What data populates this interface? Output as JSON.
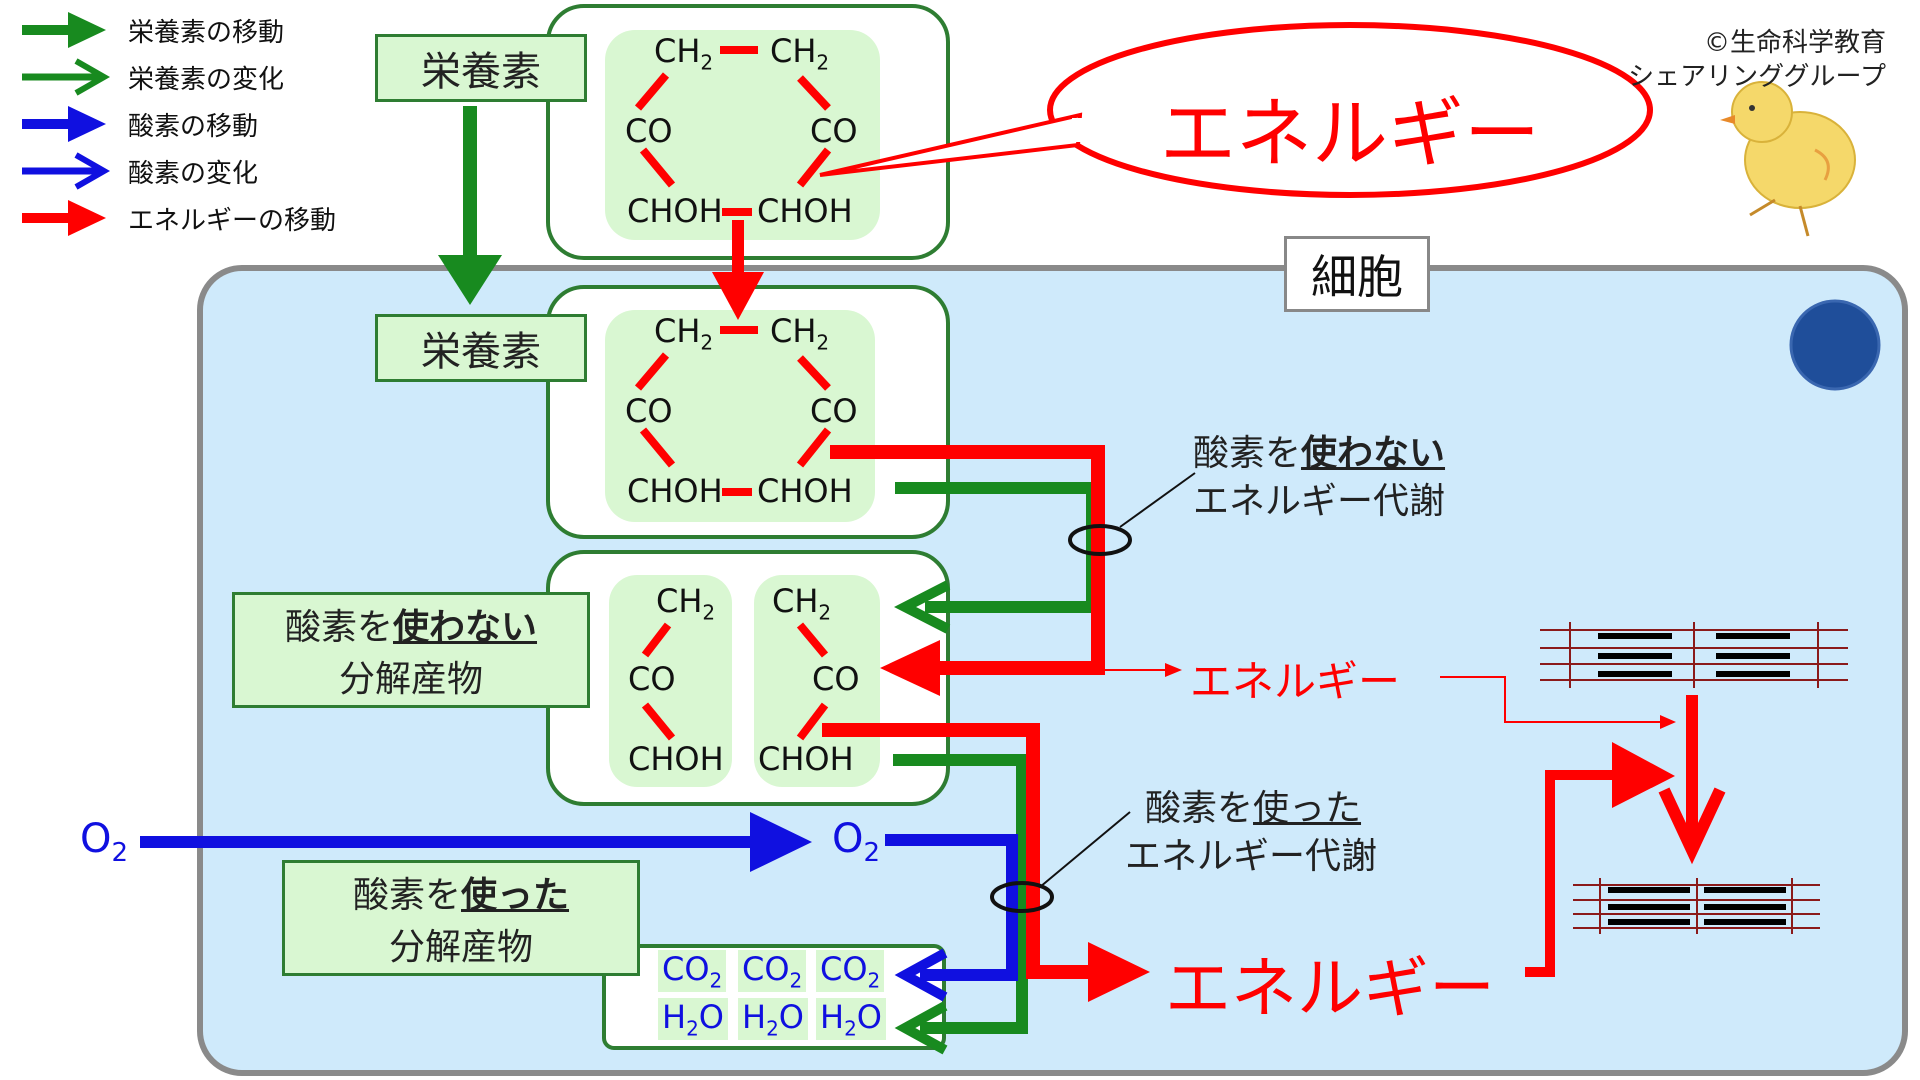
{
  "copyright": {
    "line1": "©生命科学教育",
    "line2": "シェアリンググループ"
  },
  "legend": [
    {
      "label": "栄養素の移動",
      "color": "#188a1f",
      "style": "solid"
    },
    {
      "label": "栄養素の変化",
      "color": "#188a1f",
      "style": "outline"
    },
    {
      "label": "酸素の移動",
      "color": "#1010e0",
      "style": "solid"
    },
    {
      "label": "酸素の変化",
      "color": "#1010e0",
      "style": "outline"
    },
    {
      "label": "エネルギーの移動",
      "color": "#ff0000",
      "style": "solid"
    }
  ],
  "nutrient_label": "栄養素",
  "cell_label": "細胞",
  "energy_callout": "エネルギー",
  "molecule": {
    "ch2": "CH",
    "ch2_sub": "2",
    "co": "CO",
    "choh": "CHOH"
  },
  "anaerobic_products": {
    "line1_plain": "酸素を",
    "line1_bold": "使わない",
    "line2": "分解産物"
  },
  "aerobic_products": {
    "line1_plain": "酸素を",
    "line1_bold": "使った",
    "line2": "分解産物"
  },
  "anaerobic_metabolism": {
    "line1_plain": "酸素を",
    "line1_bold": "使わない",
    "line2": "エネルギー代謝"
  },
  "aerobic_metabolism": {
    "line1_plain": "酸素を",
    "line1_bold": "使った",
    "line2": "エネルギー代謝"
  },
  "energy_small": "エネルギー",
  "energy_large": "エネルギー",
  "oxygen": {
    "symbol": "O",
    "sub": "2"
  },
  "co2": {
    "symbol": "CO",
    "sub": "2"
  },
  "h2o": {
    "pre": "H",
    "sub": "2",
    "post": "O"
  },
  "colors": {
    "green": "#188a1f",
    "blue": "#1010e0",
    "red": "#ff0000",
    "cell_fill": "#cfeafb",
    "box_fill": "#d9f7d2"
  }
}
